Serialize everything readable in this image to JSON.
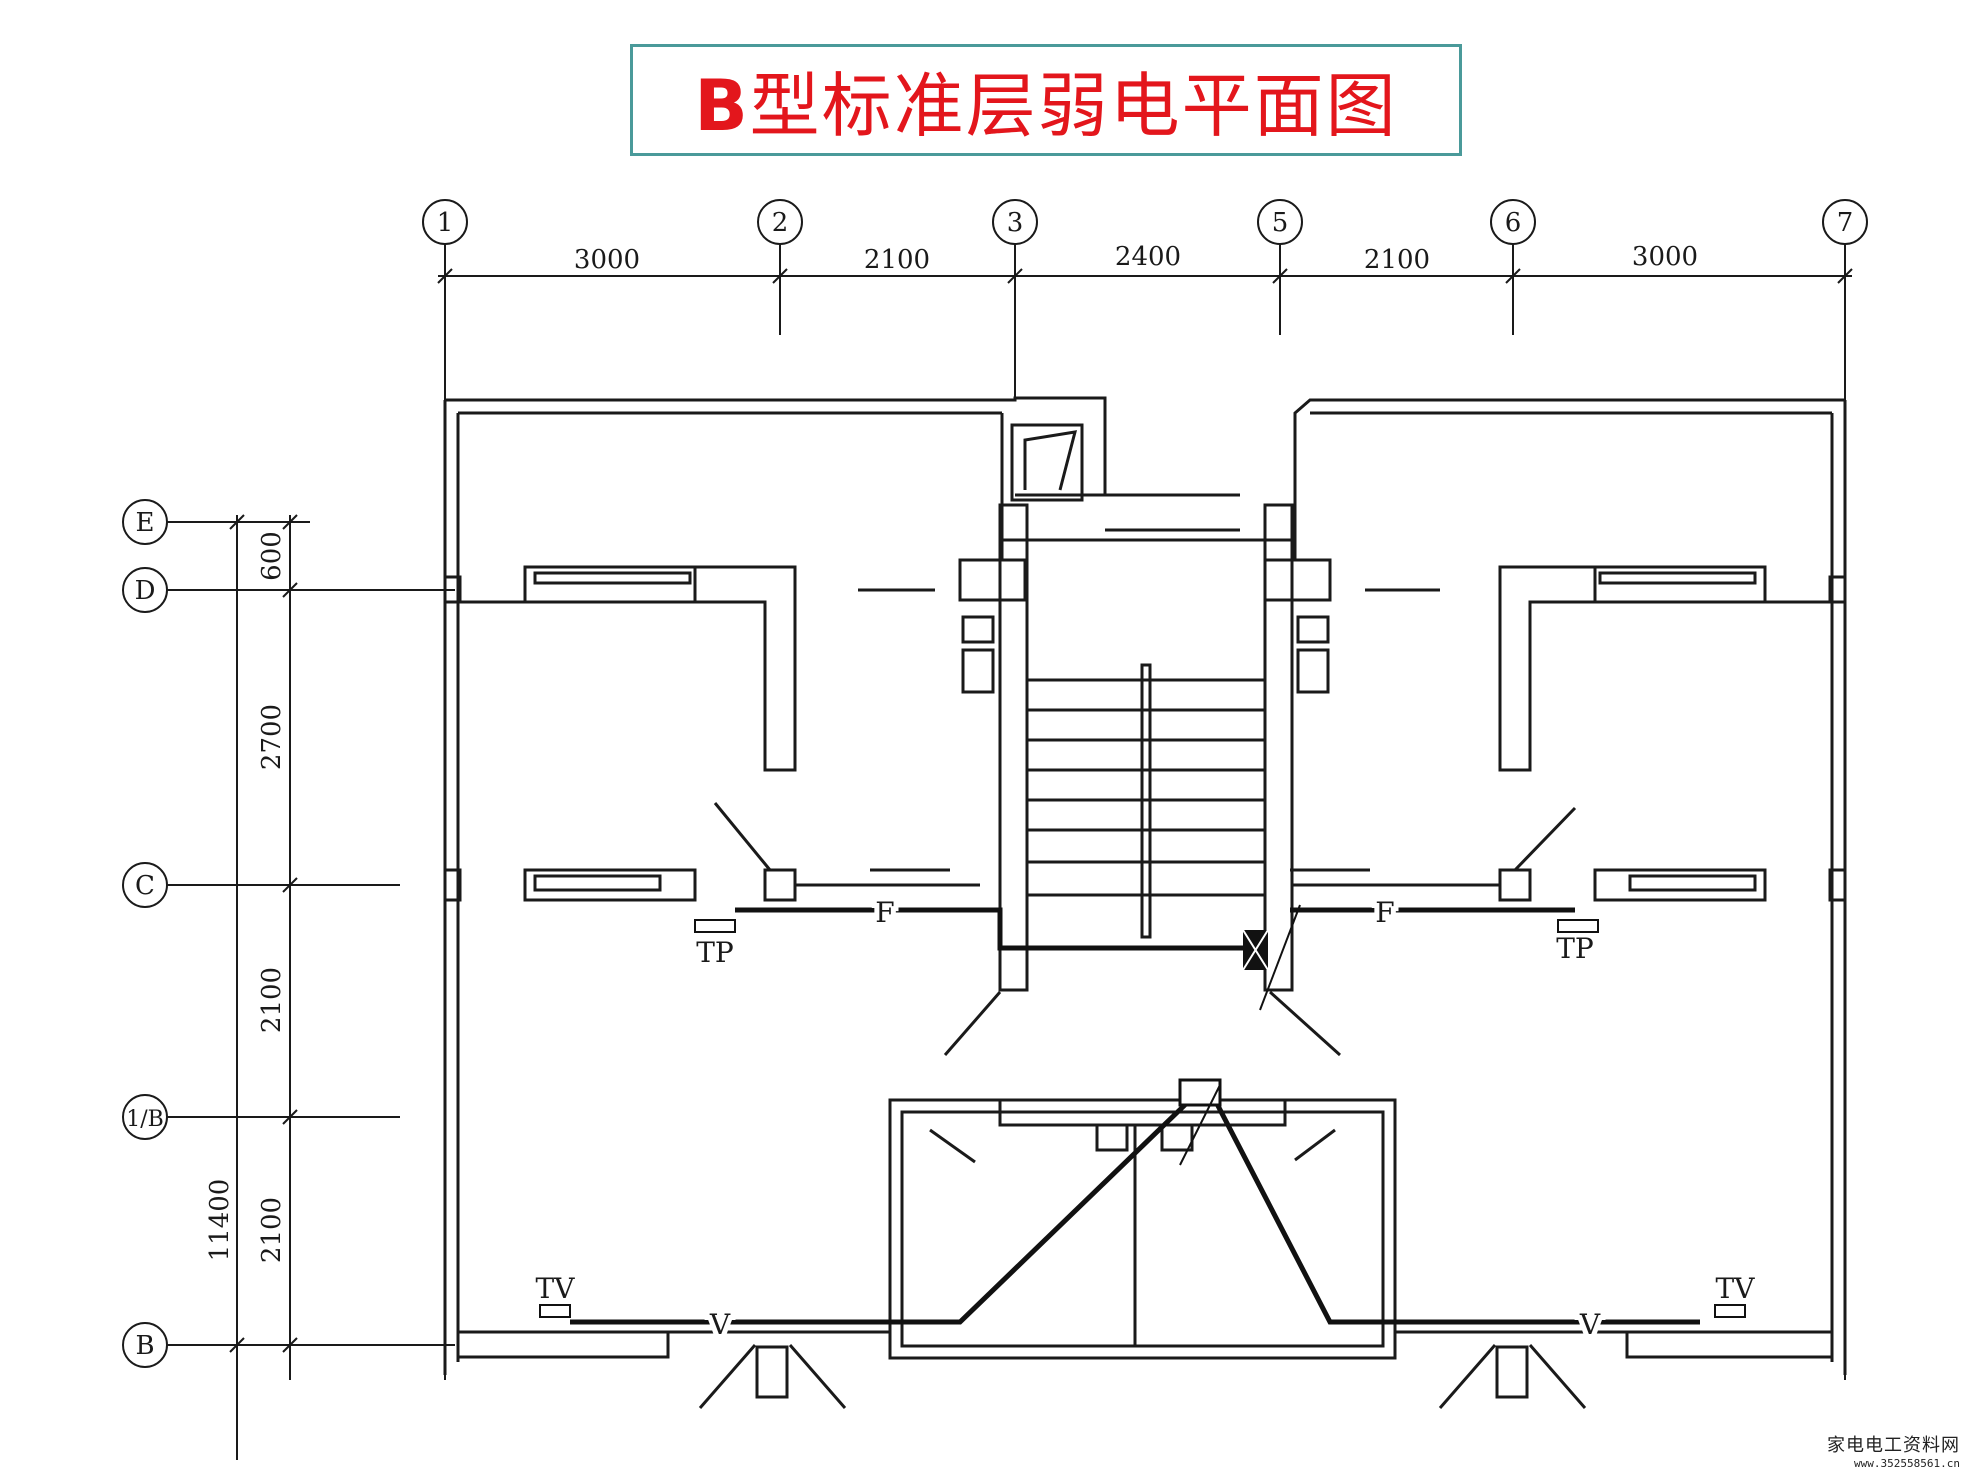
{
  "title": {
    "prefix": "B",
    "rest": "型标准层弱电平面图"
  },
  "axes": {
    "columns": [
      "1",
      "2",
      "3",
      "5",
      "6",
      "7"
    ],
    "rows": [
      "E",
      "D",
      "C",
      "1/B",
      "B"
    ]
  },
  "dimensions": {
    "horizontal": [
      "3000",
      "2100",
      "2400",
      "2100",
      "3000"
    ],
    "vertical": [
      "600",
      "2700",
      "2100",
      "2100"
    ],
    "total": "11400"
  },
  "symbols": {
    "phone_left": "TP",
    "phone_right": "TP",
    "tv_left": "TV",
    "tv_right": "TV",
    "phone_line_left": "F",
    "phone_line_right": "F",
    "tv_line_left": "V",
    "tv_line_right": "V"
  },
  "watermark": {
    "brand": "家电电工资料网",
    "url": "www.352558561.cn"
  },
  "colors": {
    "title": "#e3161c",
    "frame": "#4a9a9a",
    "ink": "#1a1a1a"
  }
}
